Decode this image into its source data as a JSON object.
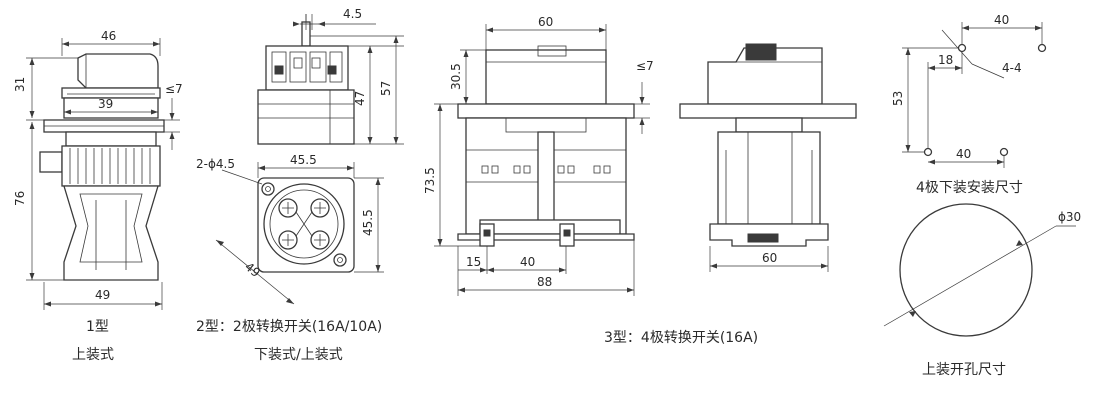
{
  "colors": {
    "line": "#3a3a3a",
    "background": "#ffffff"
  },
  "type1": {
    "caption_line1": "1型",
    "caption_line2": "上装式",
    "dims": {
      "top_width": "46",
      "inner_width": "39",
      "bottom_width": "49",
      "top_height": "31",
      "height": "76",
      "plate": "≤7"
    }
  },
  "type2": {
    "caption_line1": "2型：2极转换开关(16A/10A)",
    "caption_line2": "下装式/上装式",
    "dims": {
      "shaft": "4.5",
      "h47": "47",
      "h57": "57",
      "w455": "45.5",
      "h455": "45.5",
      "diag": "49",
      "holes": "2-ϕ4.5"
    }
  },
  "type3": {
    "caption": "3型：4极转换开关(16A)",
    "dims": {
      "top_width": "60",
      "top_height": "30.5",
      "plate": "≤7",
      "height": "73.5",
      "d15": "15",
      "d40": "40",
      "d88": "88",
      "side_width": "60"
    }
  },
  "mount4": {
    "caption": "4极下装安装尺寸",
    "dims": {
      "top": "40",
      "left_small": "18",
      "holes": "4-4",
      "height": "53",
      "bottom": "40"
    }
  },
  "cutout": {
    "caption": "上装开孔尺寸",
    "diameter": "ϕ30"
  }
}
